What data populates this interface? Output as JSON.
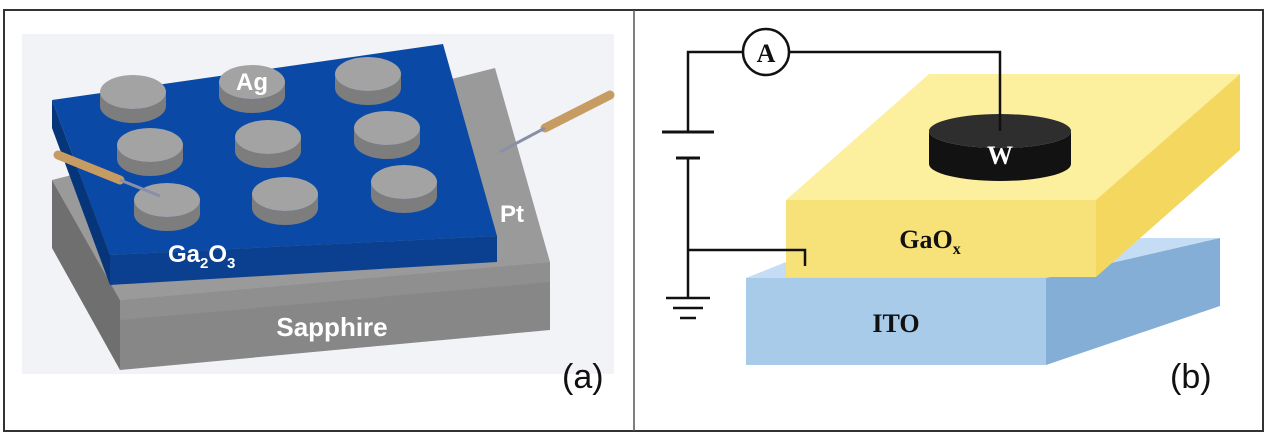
{
  "panel_a": {
    "tag": "(a)",
    "labels": {
      "electrode": "Ag",
      "oxide": "Ga",
      "oxide_sub1": "2",
      "oxide_mid": "O",
      "oxide_sub2": "3",
      "bottom_contact": "Pt",
      "substrate": "Sapphire"
    },
    "colors": {
      "oxide": "#0a4aa6",
      "substrate": "#8c8c8c",
      "electrode": "#a0a0a0",
      "probe": "#c9a06a"
    }
  },
  "panel_b": {
    "tag": "(b)",
    "labels": {
      "meter": "A",
      "top_electrode": "W",
      "oxide": "GaO",
      "oxide_sub": "x",
      "bottom_electrode": "ITO"
    },
    "colors": {
      "oxide": "#f7e27a",
      "bottom_electrode": "#a9cbea",
      "top_electrode": "#111111"
    }
  }
}
